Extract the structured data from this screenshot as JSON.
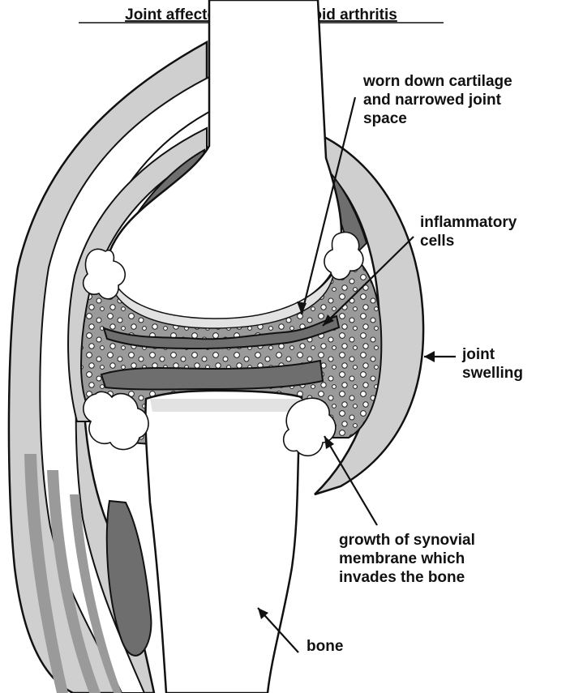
{
  "title": "Joint affected by rheumatoid arthritis",
  "labels": {
    "cartilage": [
      "worn down cartilage",
      "and narrowed joint",
      "space"
    ],
    "inflammatory": [
      "inflammatory",
      "cells"
    ],
    "swelling": [
      "joint",
      "swelling"
    ],
    "synovial": [
      "growth of synovial",
      "membrane which",
      "invades the bone"
    ],
    "bone": [
      "bone"
    ]
  },
  "colors": {
    "outline": "#111111",
    "light_gray": "#cfcfcf",
    "mid_gray": "#9a9a9a",
    "dark_gray": "#6e6e6e",
    "cartilage_gray": "#e2e2e2",
    "white": "#ffffff"
  }
}
